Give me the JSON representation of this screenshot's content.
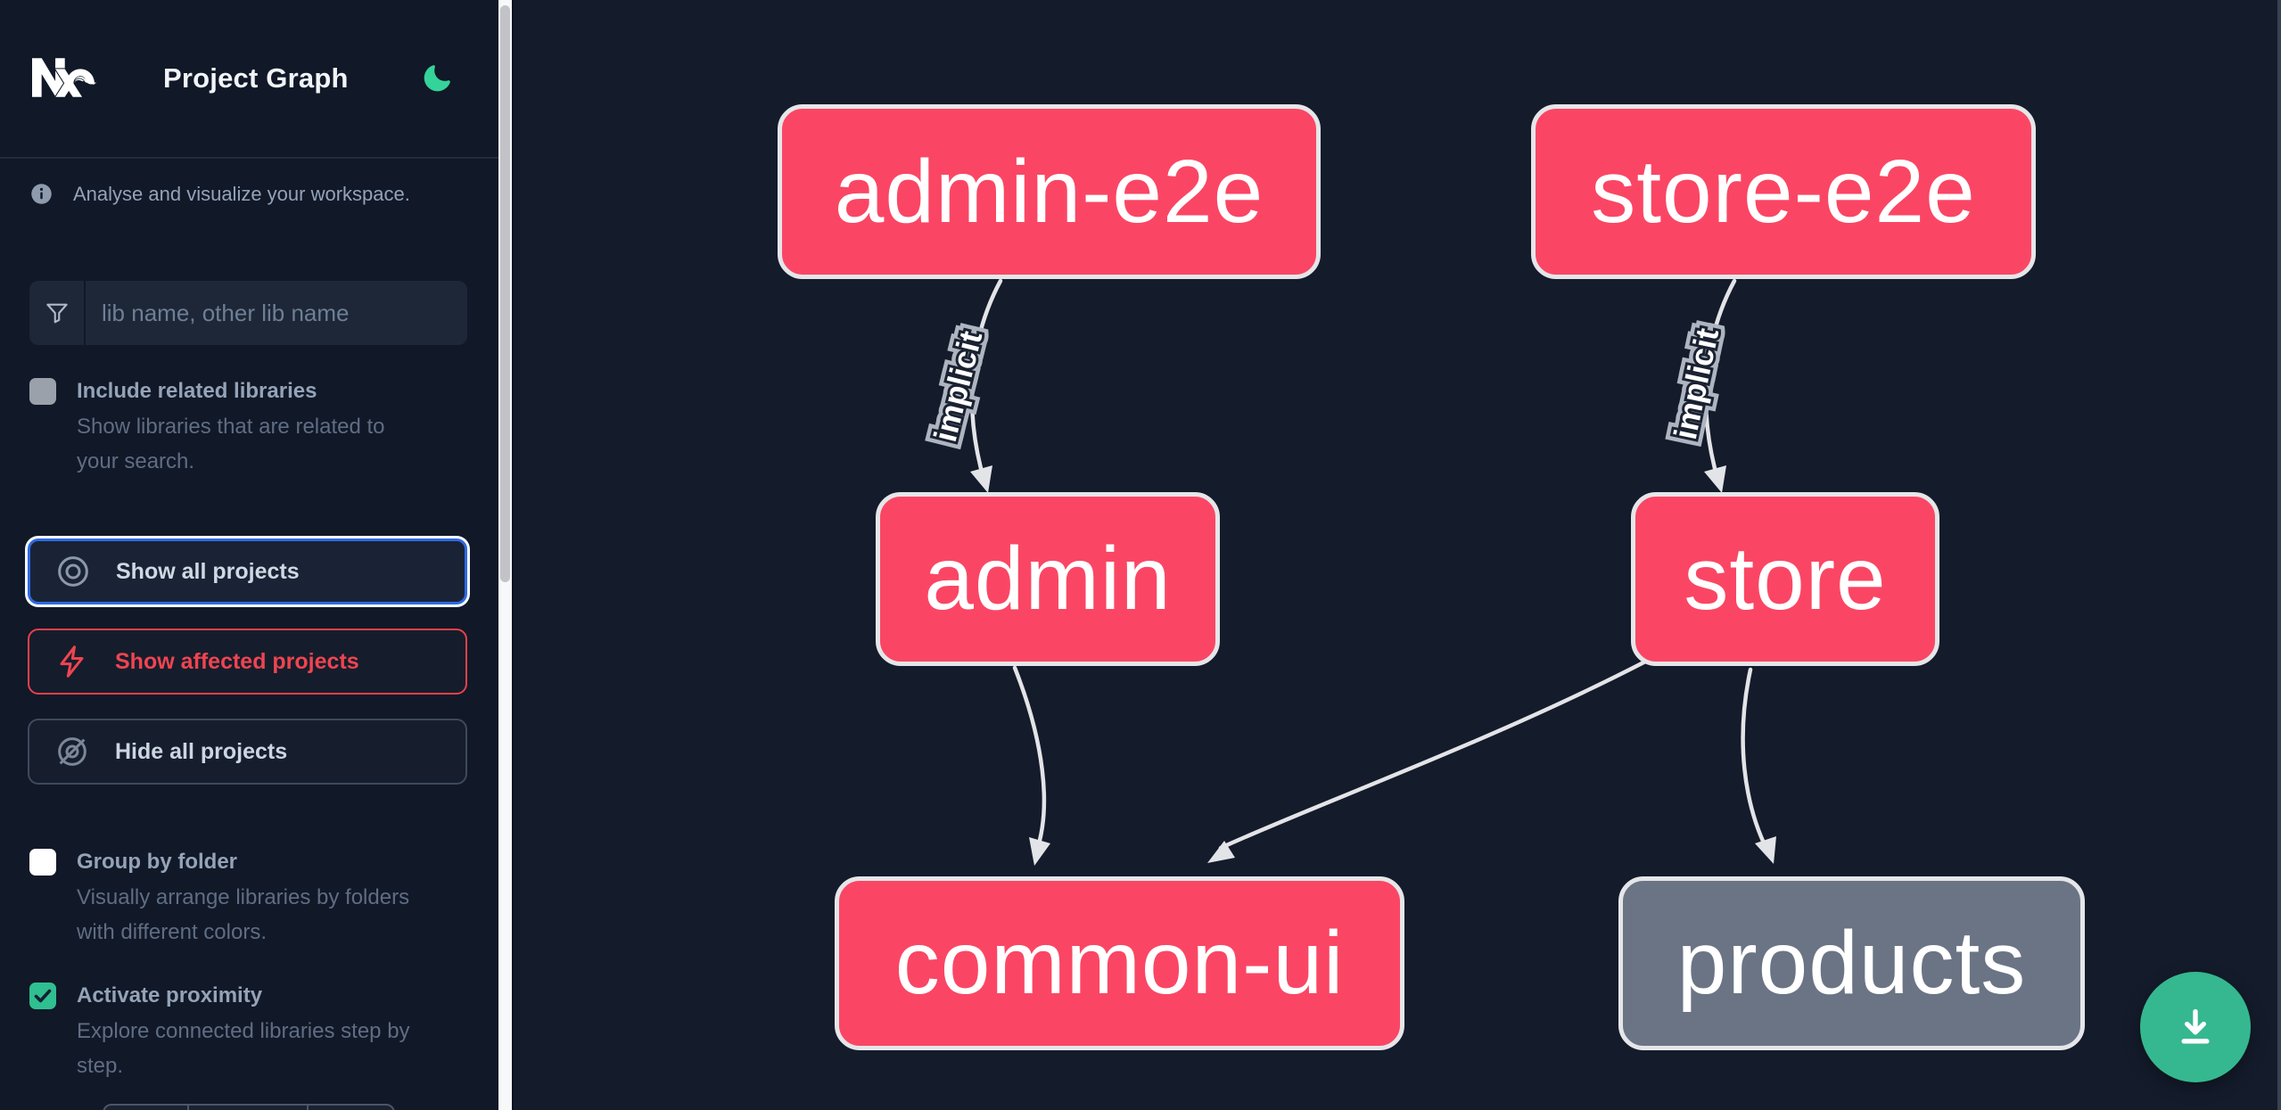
{
  "header": {
    "title": "Project Graph",
    "logo_icon": "nx-logo",
    "theme_icon": "moon-icon"
  },
  "sidebar": {
    "tagline": "Analyse and visualize your workspace.",
    "search": {
      "placeholder": "lib name, other lib name",
      "value": "",
      "icon": "funnel-icon"
    },
    "toggles": [
      {
        "label": "Include related libraries",
        "description": "Show libraries that are related to your search.",
        "checked": false
      },
      {
        "label": "Group by folder",
        "description": "Visually arrange libraries by folders with different colors.",
        "checked": false
      },
      {
        "label": "Activate proximity",
        "description": "Explore connected libraries step by step.",
        "checked": true
      }
    ],
    "buttons": [
      {
        "label": "Show all projects",
        "icon": "eye-icon",
        "state": "focused"
      },
      {
        "label": "Show affected projects",
        "icon": "bolt-icon",
        "state": "affected"
      },
      {
        "label": "Hide all projects",
        "icon": "eye-off-icon",
        "state": "default"
      }
    ]
  },
  "graph": {
    "nodes": [
      {
        "id": "admin-e2e",
        "label": "admin-e2e",
        "color": "pink"
      },
      {
        "id": "store-e2e",
        "label": "store-e2e",
        "color": "pink"
      },
      {
        "id": "admin",
        "label": "admin",
        "color": "pink"
      },
      {
        "id": "store",
        "label": "store",
        "color": "pink"
      },
      {
        "id": "common-ui",
        "label": "common-ui",
        "color": "pink"
      },
      {
        "id": "products",
        "label": "products",
        "color": "gray"
      }
    ],
    "edges": [
      {
        "from": "admin-e2e",
        "to": "admin",
        "label": "implicit"
      },
      {
        "from": "store-e2e",
        "to": "store",
        "label": "implicit"
      },
      {
        "from": "admin",
        "to": "common-ui",
        "label": ""
      },
      {
        "from": "store",
        "to": "common-ui",
        "label": ""
      },
      {
        "from": "store",
        "to": "products",
        "label": ""
      }
    ],
    "colors": {
      "node_pink": "#fa4664",
      "node_gray": "#6b7485",
      "node_border": "#e5e6e9",
      "edge": "#e3e4e7",
      "background": "#141b2b"
    }
  },
  "fab": {
    "icon": "download-icon",
    "color": "#35b88f"
  }
}
